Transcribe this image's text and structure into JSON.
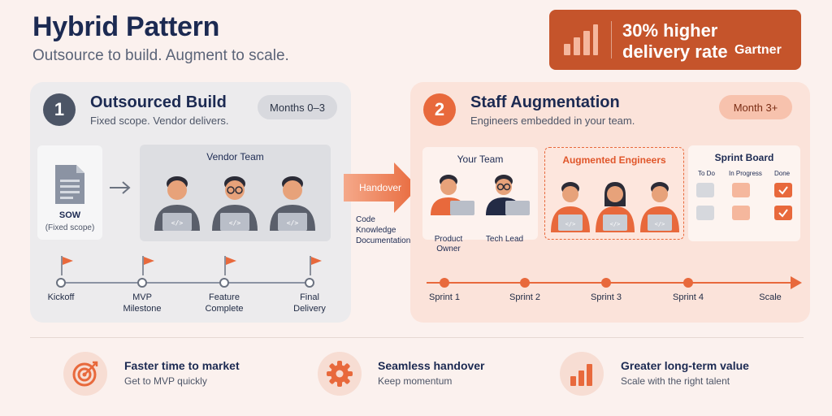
{
  "header": {
    "title": "Hybrid Pattern",
    "subtitle": "Outsource to build. Augment to scale."
  },
  "stat": {
    "headline": "30% higher delivery rate",
    "brand": "Gartner",
    "icon": "bar-chart-icon"
  },
  "phase1": {
    "number": "1",
    "title": "Outsourced Build",
    "subtitle": "Fixed scope. Vendor delivers.",
    "period": "Months 0–3",
    "sow_label": "SOW",
    "sow_sub": "(Fixed scope)",
    "vendor_title": "Vendor Team",
    "milestones": [
      {
        "l1": "Kickoff",
        "l2": ""
      },
      {
        "l1": "MVP",
        "l2": "Milestone"
      },
      {
        "l1": "Feature",
        "l2": "Complete"
      },
      {
        "l1": "Final",
        "l2": "Delivery"
      }
    ]
  },
  "handover": {
    "label": "Handover",
    "notes": [
      "Code",
      "Knowledge",
      "Documentation"
    ]
  },
  "phase2": {
    "number": "2",
    "title": "Staff Augmentation",
    "subtitle": "Engineers embedded in your team.",
    "period": "Month 3+",
    "your_team_title": "Your Team",
    "roles": [
      "Product Owner",
      "Tech Lead"
    ],
    "augmented_title": "Augmented Engineers",
    "board_title": "Sprint Board",
    "board_columns": [
      "To Do",
      "In Progress",
      "Done"
    ],
    "sprints": [
      "Sprint 1",
      "Sprint 2",
      "Sprint 3",
      "Sprint 4",
      "Scale"
    ]
  },
  "benefits": [
    {
      "title": "Faster time to market",
      "subtitle": "Get to MVP quickly",
      "icon": "target-icon"
    },
    {
      "title": "Seamless handover",
      "subtitle": "Keep momentum",
      "icon": "gear-icon"
    },
    {
      "title": "Greater long-term value",
      "subtitle": "Scale with the right talent",
      "icon": "bar-chart-icon"
    }
  ],
  "colors": {
    "accent": "#e8693c",
    "navy": "#1c2a52",
    "stat_bg": "#c5542b",
    "grey_panel": "#ecebed",
    "orange_panel": "#fbe3da"
  }
}
